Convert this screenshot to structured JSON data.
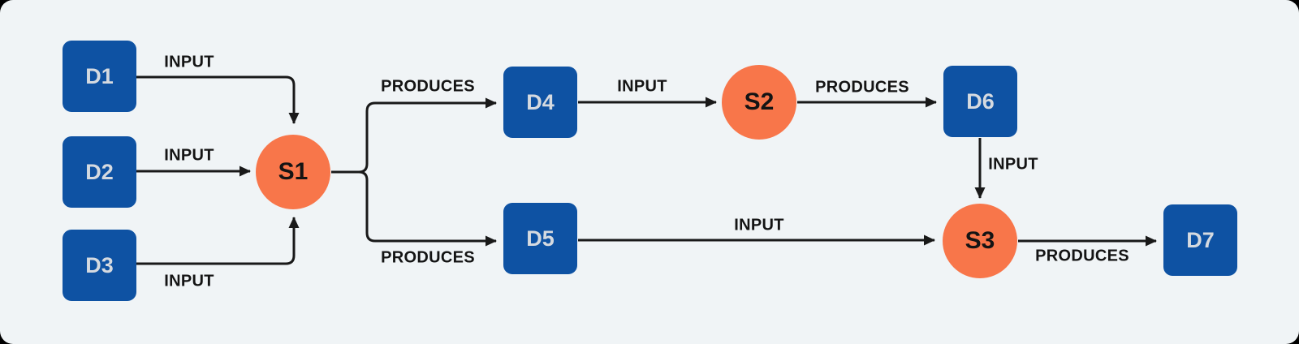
{
  "diagram": {
    "type": "flowchart",
    "nodes": {
      "d1": {
        "label": "D1",
        "kind": "data",
        "shape": "square"
      },
      "d2": {
        "label": "D2",
        "kind": "data",
        "shape": "square"
      },
      "d3": {
        "label": "D3",
        "kind": "data",
        "shape": "square"
      },
      "d4": {
        "label": "D4",
        "kind": "data",
        "shape": "square"
      },
      "d5": {
        "label": "D5",
        "kind": "data",
        "shape": "square"
      },
      "d6": {
        "label": "D6",
        "kind": "data",
        "shape": "square"
      },
      "d7": {
        "label": "D7",
        "kind": "data",
        "shape": "square"
      },
      "s1": {
        "label": "S1",
        "kind": "step",
        "shape": "circle"
      },
      "s2": {
        "label": "S2",
        "kind": "step",
        "shape": "circle"
      },
      "s3": {
        "label": "S3",
        "kind": "step",
        "shape": "circle"
      }
    },
    "edges": [
      {
        "from": "D1",
        "to": "S1",
        "label": "INPUT"
      },
      {
        "from": "D2",
        "to": "S1",
        "label": "INPUT"
      },
      {
        "from": "D3",
        "to": "S1",
        "label": "INPUT"
      },
      {
        "from": "S1",
        "to": "D4",
        "label": "PRODUCES"
      },
      {
        "from": "S1",
        "to": "D5",
        "label": "PRODUCES"
      },
      {
        "from": "D4",
        "to": "S2",
        "label": "INPUT"
      },
      {
        "from": "S2",
        "to": "D6",
        "label": "PRODUCES"
      },
      {
        "from": "D6",
        "to": "S3",
        "label": "INPUT"
      },
      {
        "from": "D5",
        "to": "S3",
        "label": "INPUT"
      },
      {
        "from": "S3",
        "to": "D7",
        "label": "PRODUCES"
      }
    ],
    "colors": {
      "backdrop": "#000000",
      "canvas_background": "#f0f4f6",
      "data_node_fill": "#0e52a3",
      "data_node_text": "#d5dae0",
      "step_node_fill": "#f8764a",
      "step_node_text": "#141414",
      "edge_stroke": "#191919",
      "edge_label_text": "#141414"
    }
  }
}
